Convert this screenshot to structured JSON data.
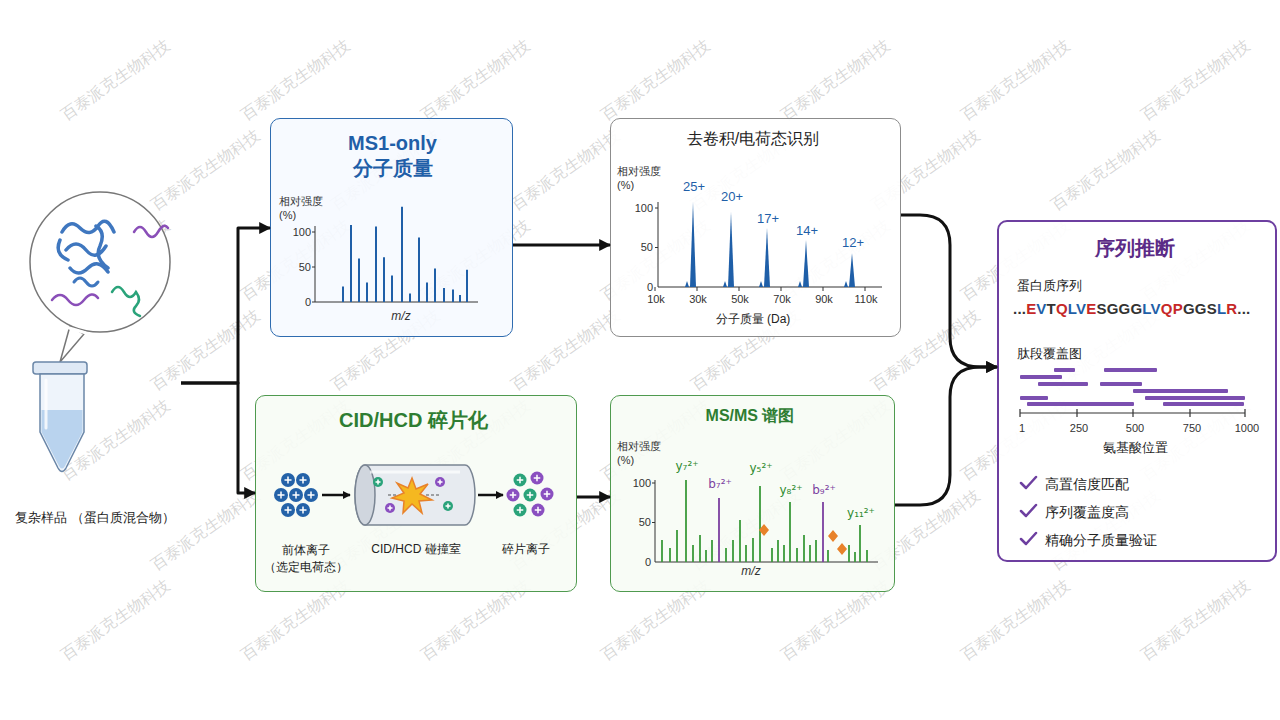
{
  "diagram": {
    "nodes": [
      {
        "text": [
          "复杂样品 （蛋白质混合物）"
        ]
      },
      {
        "text": [
          "MS1-only 分子质量",
          "相对强度 (%)",
          "100",
          "50",
          "0",
          "m/z"
        ]
      },
      {
        "text": [
          "去卷积/电荷态识别",
          "相对强度 (%)",
          "100",
          "50",
          "0",
          "25+",
          "20+",
          "17+",
          "14+",
          "12+",
          "10k",
          "30k",
          "50k",
          "70k",
          "90k",
          "110k",
          "分子质量 (Da)"
        ]
      },
      {
        "text": [
          "CID/HCD 碎片化",
          "前体离子 （选定电荷态）",
          "CID/HCD 碰撞室",
          "碎片离子"
        ]
      },
      {
        "text": [
          "MS/MS 谱图",
          "相对强度 (%)",
          "100",
          "50",
          "0",
          "y₇²⁺",
          "b₇²⁺",
          "y₅²⁺",
          "y₈²⁺",
          "b₉²⁺",
          "y₁₁²⁺",
          "m/z"
        ]
      },
      {
        "text": [
          "序列推断",
          "蛋白质序列",
          "...EVTQLVESGGGLVQPGGSLR...",
          "肽段覆盖图",
          "1",
          "250",
          "500",
          "750",
          "1000",
          "氨基酸位置",
          "高置信度匹配",
          "序列覆盖度高",
          "精确分子质量验证"
        ]
      }
    ],
    "edges": [
      {
        "from": 0,
        "to": 1,
        "arrow": "to"
      },
      {
        "from": 0,
        "to": 3,
        "arrow": "to"
      },
      {
        "from": 1,
        "to": 2,
        "arrow": "to"
      },
      {
        "from": 3,
        "to": 4,
        "arrow": "to"
      },
      {
        "from": 2,
        "to": 5,
        "arrow": "to"
      },
      {
        "from": 4,
        "to": 5,
        "arrow": "to"
      }
    ],
    "labels": [
      "百泰派克生物科技",
      "百泰派克生物科技",
      "百泰派克生物科技",
      "百泰派克生物科技",
      "百泰派克生物科技",
      "百泰派克生物科技",
      "百泰派克生物科技",
      "百泰派克生物科技",
      "百泰派克生物科技",
      "百泰派克生物科技",
      "百泰派克生物科技",
      "百泰派克生物科技",
      "百泰派克生物科技",
      "百泰派克生物科技",
      "百泰派克生物科技",
      "百泰派克生物科技",
      "百泰派克生物科技",
      "百泰派克生物科技",
      "百泰派克生物科技",
      "百泰派克生物科技",
      "百泰派克生物科技",
      "百泰派克生物科技",
      "百泰派克生物科技",
      "百泰派克生物科技",
      "百泰派克生物科技",
      "百泰派克生物科技",
      "百泰派克生物科技",
      "百泰派克生物科技",
      "百泰派克生物科技",
      "百泰派克生物科技",
      "百泰派克生物科技",
      "百泰派克生物科技",
      "百泰派克生物科技",
      "百泰派克生物科技",
      "百泰派克生物科技",
      "百泰派克生物科技",
      "百泰派克生物科技",
      "百泰派克生物科技",
      "百泰派克生物科技",
      "百泰派克生物科技",
      "百泰派克生物科技",
      "百泰派克生物科技",
      "百泰派克生物科技",
      "百泰派克生物科技",
      "百泰派克生物科技",
      "百泰派克生物科技"
    ]
  }
}
